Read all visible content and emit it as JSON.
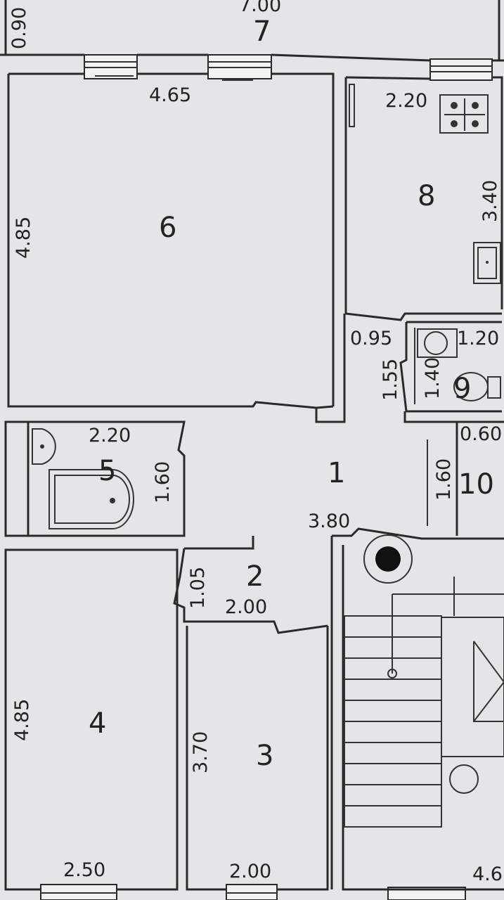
{
  "rooms": {
    "r1": "1",
    "r2": "2",
    "r3": "3",
    "r4": "4",
    "r5": "5",
    "r6": "6",
    "r7": "7",
    "r8": "8",
    "r9": "9",
    "r10": "10"
  },
  "dimensions": {
    "top_width": "7.00",
    "top_depth": "0.90",
    "r6_width": "4.65",
    "r6_height": "4.85",
    "r8_width": "2.20",
    "r8_height": "3.40",
    "corridor_small": "0.95",
    "r9_width": "1.20",
    "r9_height_outer": "1.55",
    "r9_height_inner": "1.40",
    "r5_width": "2.20",
    "r5_height": "1.60",
    "r10_width": "0.60",
    "r10_height": "1.60",
    "r1_width": "3.80",
    "r2_height": "1.05",
    "r2_width": "2.00",
    "r4_height": "4.85",
    "r4_width": "2.50",
    "r3_height": "3.70",
    "r3_width": "2.00",
    "stair_width": "4.6"
  }
}
